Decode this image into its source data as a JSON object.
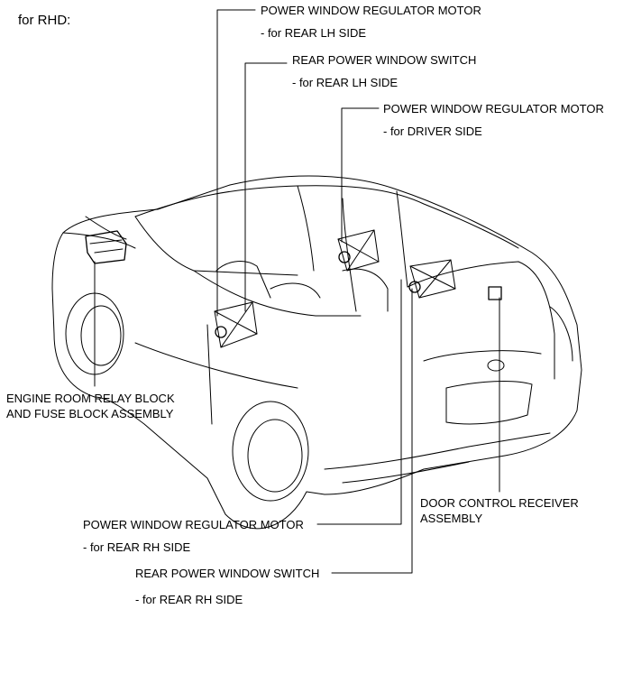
{
  "heading": "for RHD:",
  "labels": {
    "pwrm_rear_lh": {
      "name": "POWER WINDOW REGULATOR MOTOR",
      "sub": "- for REAR LH SIDE"
    },
    "rpws_rear_lh": {
      "name": "REAR POWER WINDOW SWITCH",
      "sub": "- for REAR LH SIDE"
    },
    "pwrm_driver": {
      "name": "POWER WINDOW REGULATOR MOTOR",
      "sub": "- for DRIVER SIDE"
    },
    "relay_block": {
      "line1": "ENGINE ROOM RELAY BLOCK",
      "line2": "AND FUSE BLOCK ASSEMBLY"
    },
    "door_receiver": {
      "line1": "DOOR CONTROL RECEIVER",
      "line2": "ASSEMBLY"
    },
    "pwrm_rear_rh": {
      "name": "POWER WINDOW REGULATOR MOTOR",
      "sub": "- for REAR RH SIDE"
    },
    "rpws_rear_rh": {
      "name": "REAR POWER WINDOW SWITCH",
      "sub": "- for REAR RH SIDE"
    }
  }
}
